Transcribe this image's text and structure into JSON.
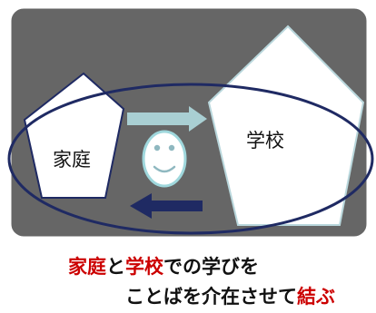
{
  "diagram": {
    "colors": {
      "panel": "#666666",
      "panel_border": "#ffffff",
      "pentagon_fill": "#ffffff",
      "home_border": "#1f2a63",
      "school_border": "#b9d7dc",
      "ellipse": "#1f2a63",
      "arrow_right": "#a9cfd3",
      "arrow_left": "#1f2a63",
      "face_fill": "#ffffff",
      "face_border": "#9fd7dc",
      "face_features": "#8fb8c0",
      "text_red": "#cc0000",
      "text_black": "#111111"
    },
    "icons": {
      "face": "smiley-face-icon",
      "arrow_to_school": "arrow-right-icon",
      "arrow_to_home": "arrow-left-icon"
    },
    "home_label": "家庭",
    "school_label": "学校",
    "caption": {
      "line1": [
        {
          "text": "家庭",
          "color": "red"
        },
        {
          "text": "と",
          "color": "black"
        },
        {
          "text": "学校",
          "color": "red"
        },
        {
          "text": "での学びを",
          "color": "black"
        }
      ],
      "line2": [
        {
          "text": "ことばを介在させて",
          "color": "black"
        },
        {
          "text": "結ぶ",
          "color": "red"
        }
      ]
    }
  }
}
